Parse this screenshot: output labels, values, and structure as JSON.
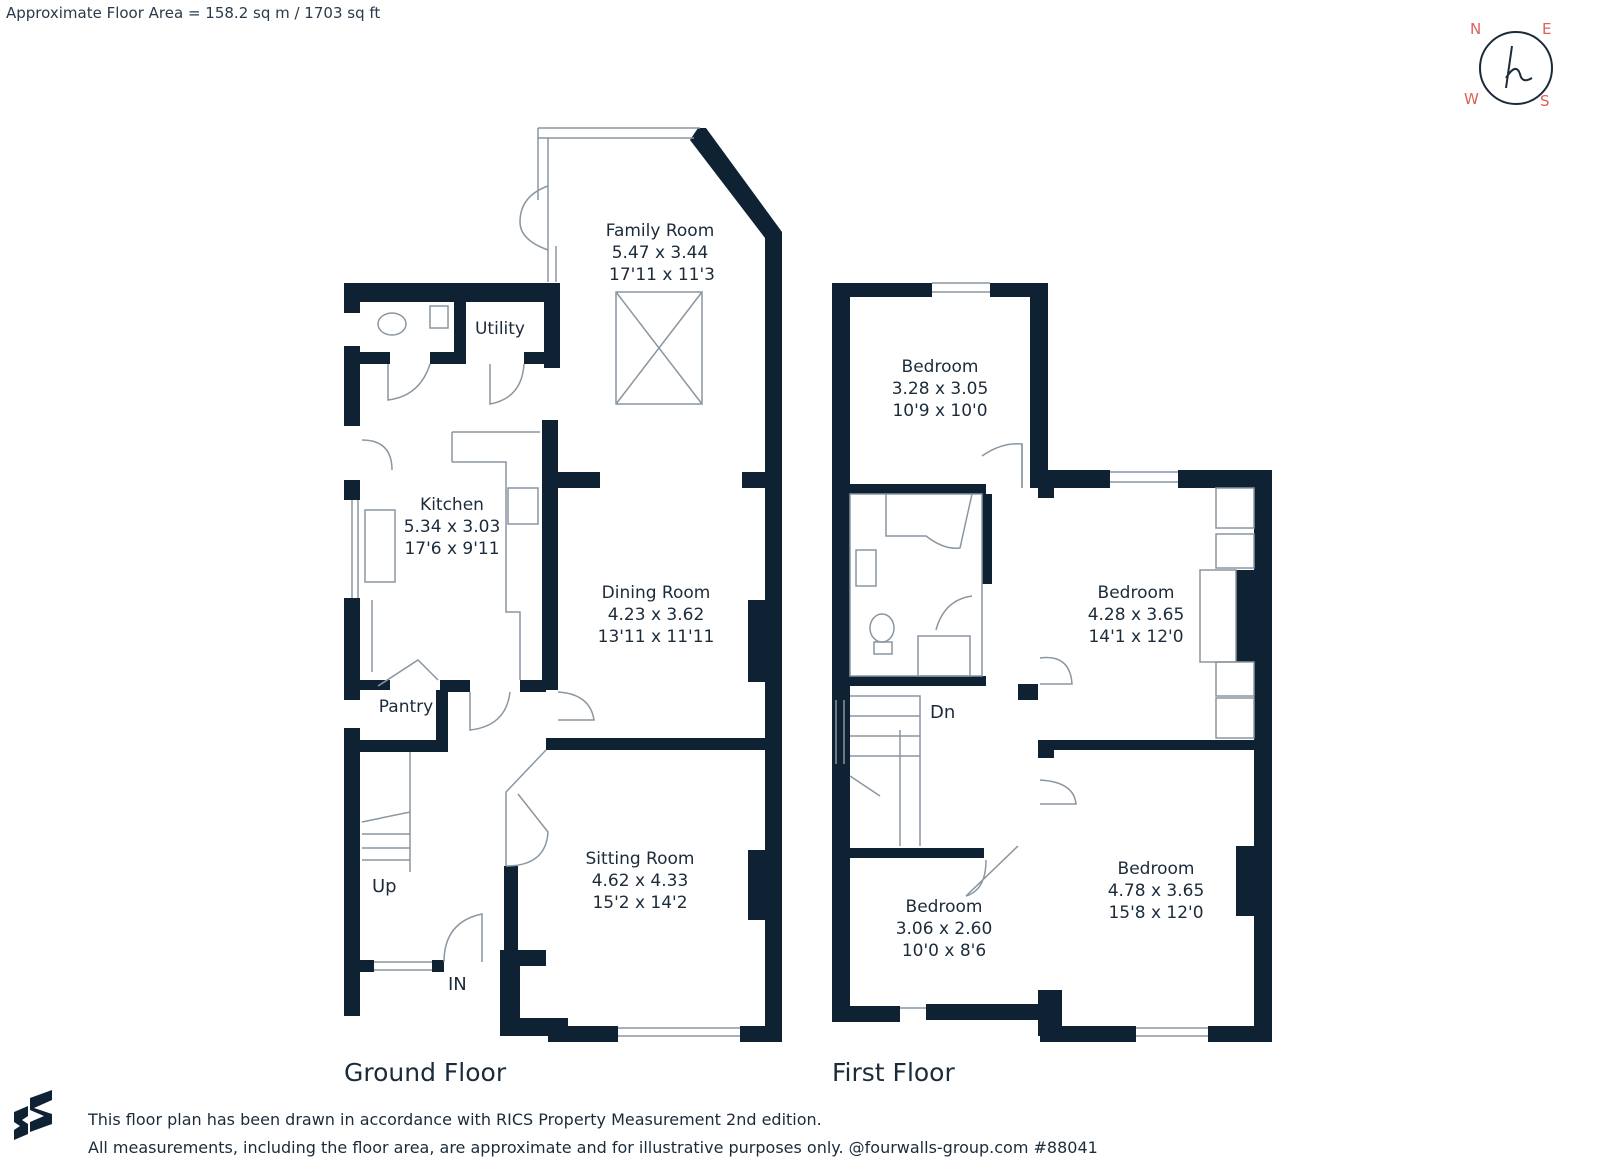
{
  "header": {
    "floor_area": "Approximate Floor Area = 158.2 sq m / 1703 sq ft"
  },
  "compass": {
    "n": "N",
    "e": "E",
    "w": "W",
    "s": "S",
    "accent": "#e0605a"
  },
  "colors": {
    "wall": "#0f2233",
    "line": "#8a96a0"
  },
  "ground_floor": {
    "title": "Ground Floor",
    "rooms": {
      "family": {
        "name": "Family Room",
        "metric": "5.47 x 3.44",
        "imperial": "17'11 x 11'3"
      },
      "utility": {
        "name": "Utility"
      },
      "kitchen": {
        "name": "Kitchen",
        "metric": "5.34 x 3.03",
        "imperial": "17'6 x 9'11"
      },
      "dining": {
        "name": "Dining Room",
        "metric": "4.23 x 3.62",
        "imperial": "13'11 x 11'11"
      },
      "pantry": {
        "name": "Pantry"
      },
      "sitting": {
        "name": "Sitting Room",
        "metric": "4.62 x 4.33",
        "imperial": "15'2 x 14'2"
      }
    },
    "up": "Up",
    "in": "IN"
  },
  "first_floor": {
    "title": "First Floor",
    "rooms": {
      "bed1": {
        "name": "Bedroom",
        "metric": "3.28 x 3.05",
        "imperial": "10'9 x 10'0"
      },
      "bed2": {
        "name": "Bedroom",
        "metric": "4.28 x 3.65",
        "imperial": "14'1 x 12'0"
      },
      "bed3": {
        "name": "Bedroom",
        "metric": "3.06 x 2.60",
        "imperial": "10'0 x 8'6"
      },
      "bed4": {
        "name": "Bedroom",
        "metric": "4.78 x 3.65",
        "imperial": "15'8 x 12'0"
      }
    },
    "dn": "Dn"
  },
  "footer": {
    "line1": "This floor plan has been drawn in accordance with RICS Property Measurement 2nd edition.",
    "line2": "All measurements, including the floor area, are approximate and for illustrative purposes only. @fourwalls-group.com #88041"
  }
}
